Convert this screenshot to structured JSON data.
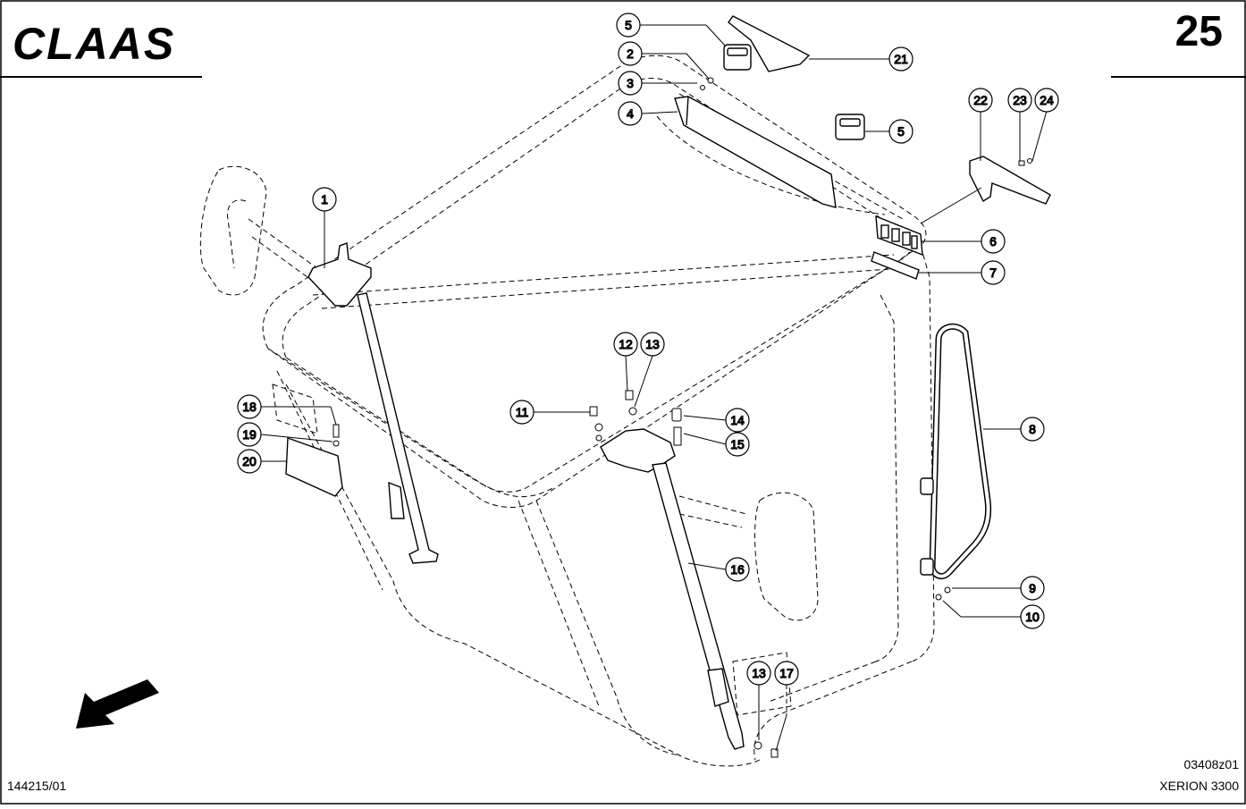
{
  "header": {
    "brand": "CLAAS",
    "page_number": "25"
  },
  "footer": {
    "sheet_id": "144215/01",
    "drawing_code": "03408z01",
    "model": "XERION 3300"
  },
  "callouts": [
    "1",
    "2",
    "3",
    "4",
    "5",
    "5",
    "6",
    "7",
    "8",
    "9",
    "10",
    "11",
    "12",
    "13",
    "13",
    "14",
    "15",
    "16",
    "17",
    "18",
    "19",
    "20",
    "21",
    "22",
    "23",
    "24"
  ],
  "icons": {
    "direction": "arrow-down-left-icon"
  },
  "colors": {
    "ink": "#000000",
    "paper": "#ffffff"
  }
}
